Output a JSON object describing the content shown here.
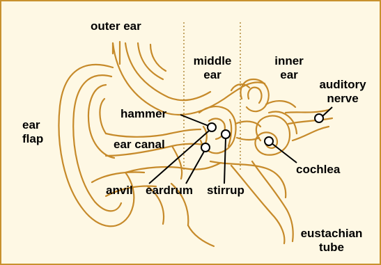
{
  "colors": {
    "background": "#fef8e4",
    "border": "#c8912e",
    "ear_outline": "#c68a2a",
    "divider": "#b0893a",
    "leader": "#000000"
  },
  "labels": {
    "outer_ear": "outer ear",
    "middle_ear_line1": "middle",
    "middle_ear_line2": "ear",
    "inner_ear_line1": "inner",
    "inner_ear_line2": "ear",
    "auditory_nerve_line1": "auditory",
    "auditory_nerve_line2": "nerve",
    "hammer": "hammer",
    "ear_flap_line1": "ear",
    "ear_flap_line2": "flap",
    "ear_canal": "ear canal",
    "cochlea": "cochlea",
    "anvil": "anvil",
    "eardrum": "eardrum",
    "stirrup": "stirrup",
    "eustachian_tube_line1": "eustachian",
    "eustachian_tube_line2": "tube"
  }
}
